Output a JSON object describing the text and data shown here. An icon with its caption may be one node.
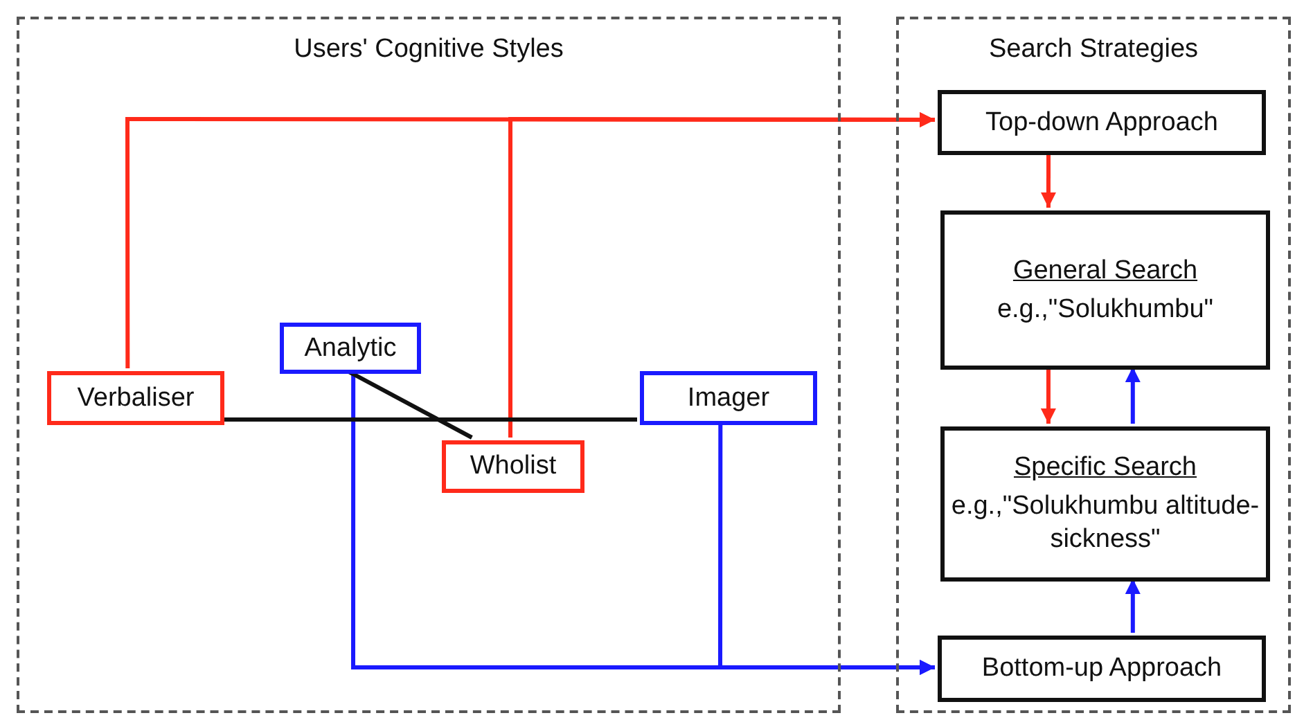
{
  "diagram": {
    "nodes": [
      {
        "text": [
          "Users' Cognitive Styles"
        ]
      },
      {
        "text": [
          "Search Strategies"
        ]
      },
      {
        "text": [
          "Verbaliser"
        ],
        "in": 0
      },
      {
        "text": [
          "Analytic"
        ],
        "in": 0
      },
      {
        "text": [
          "Wholist"
        ],
        "in": 0
      },
      {
        "text": [
          "Imager"
        ],
        "in": 0
      },
      {
        "text": [
          "Top-down Approach"
        ],
        "in": 1
      },
      {
        "text": [
          "General Search",
          "e.g.,\"Solukhumbu\""
        ],
        "in": 1
      },
      {
        "text": [
          "Specific Search",
          "e.g.,\"Solukhumbu altitude-sickness\""
        ],
        "in": 1
      },
      {
        "text": [
          "Bottom-up Approach"
        ],
        "in": 1
      }
    ],
    "edges": [
      {
        "from": 2,
        "to": 6,
        "arrow": "to",
        "color": "#ff2a1a"
      },
      {
        "from": 4,
        "to": 6,
        "arrow": "to",
        "color": "#ff2a1a"
      },
      {
        "from": 6,
        "to": 7,
        "arrow": "to",
        "color": "#ff2a1a"
      },
      {
        "from": 7,
        "to": 8,
        "arrow": "to",
        "color": "#ff2a1a"
      },
      {
        "from": 8,
        "to": 7,
        "arrow": "to",
        "color": "#1a1aff"
      },
      {
        "from": 9,
        "to": 8,
        "arrow": "to",
        "color": "#1a1aff"
      },
      {
        "from": 3,
        "to": 9,
        "arrow": "to",
        "color": "#1a1aff"
      },
      {
        "from": 5,
        "to": 9,
        "arrow": "to",
        "color": "#1a1aff"
      },
      {
        "from": 2,
        "to": 5,
        "arrow": "none",
        "color": "#111111"
      },
      {
        "from": 3,
        "to": 4,
        "arrow": "none",
        "color": "#111111"
      }
    ]
  }
}
